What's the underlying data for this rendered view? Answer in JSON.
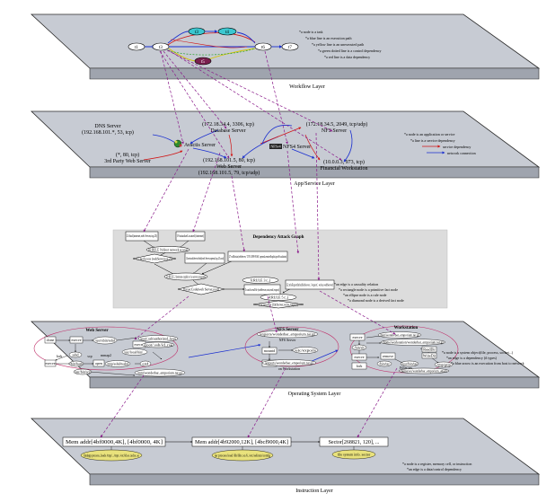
{
  "layers": {
    "workflow": "Workflow Layer",
    "app_service": "App/Service Layer",
    "os": "Operating System Layer",
    "instruction": "Instruction Layer"
  },
  "workflow": {
    "nodes": [
      "t1",
      "t3",
      "t3",
      "t4",
      "t6",
      "t7"
    ],
    "node_t5": "t5",
    "legend": [
      "*a node is a task",
      "*a blue line is an execution path",
      "*a yellow line is an unexecuted path",
      "*a green dotted line is a control dependency",
      "*a red line is a data dependency"
    ]
  },
  "app_service": {
    "dns_server": [
      "DNS Server",
      "(192.168.101.*, 53, tcp)"
    ],
    "database_server": [
      "(172.18.34.4, 3306, tcp)",
      "Database Server"
    ],
    "nfs_server": [
      "(172.18.34.5, 2049, tcp/udp)",
      "NFS Server"
    ],
    "avactis": "Avactis Server",
    "third_party": [
      "(*, 80, tcp)",
      "3rd Party Web Server"
    ],
    "web_server": [
      "(192.168.101.5, 80, tcp)",
      "Web Server",
      "(192.168.101.5, 79, tcp/udp)"
    ],
    "nfs4_server": "NFS4 Server",
    "nfs4_badge": "NFSv4",
    "financial": [
      "(10.0.0.3, 973, tcp)",
      "Financial Workstation"
    ],
    "legend": [
      "*a node is an application or service",
      "*a line is a service dependency",
      "service dependency",
      "network connection"
    ]
  },
  "attack_graph": {
    "title": "Dependency Attack Graph",
    "nodes": [
      "23:hacl(internet,web Server,tcp,25)",
      "19:attackerLocated (internet)",
      "16:RULE 9 (direct network access)",
      "15:netAccess (webServer,tcp,25)",
      "14:networkServiceInfo(web Server,openssl,tcp,25,root)",
      "27:vulExists(webServer, 'CVE-2008-0166', openssl,remoteExploit,privEscalation)",
      "10:RULE 2 (remote exploit of a server program)",
      "8:execCode(web Server,root)",
      "6:RULE 3 (..)",
      "5:canAccessFile (webServer,root,read,/export)",
      "32:nfsExportInfo(fileServer, '/export', write,webServer)",
      "4:RULE 5 (..)",
      "2:accessFile (fileServer,write,/export)"
    ],
    "legend": [
      "*an edge is a causality relation",
      "*a rectangle node is a primitive fact node",
      "*an ellipse node is a rule node",
      "*a diamond node is a derived fact node"
    ]
  },
  "os": {
    "web_title": "Web Server",
    "nfs_title": "NFS Server",
    "ws_title": "Workstation",
    "web_nodes": [
      "clone",
      "execve",
      "/usr/sbin/sshd",
      "fork",
      "sshd",
      "execve",
      "/bin/bash",
      "scp",
      "open",
      "/tmp/sshd/nsshd",
      "mmap2",
      "ext4",
      "execve",
      "/usr/local/bin/...",
      "/usr/bin/scp",
      "/mnt/wonderbar_emporium.tar.gz",
      "/root/.ssh/authorized_keys",
      "/root/.ssh/id_rsa"
    ],
    "nfs_nodes": [
      "/exports/wonderbar_emporium.tar.gz",
      "NFS Server",
      "mountd",
      "/etc/exports",
      "nfsd",
      "/exports/wonderbar_emporium.tar.gz",
      "on Workstation"
    ],
    "ws_nodes": [
      "execve",
      "/mnt/wonderbar_emporium.tar.gz",
      "/home/workstation/wonderbar_emporium.tar.gz",
      "/bin/sh",
      "execve",
      "fork",
      "/bin/tar",
      "remove",
      "/usr/bin/tar",
      "ReadDir",
      "WriteDir",
      "/home/ws/wonderbar_emporium_attack",
      "Filter.ws",
      "/tmp/gzip"
    ],
    "legend": [
      "*a node is a system object(file, process, socket...)",
      "*an edge is a dependency (# types)",
      "*a blue arrow is an execution from host to network"
    ]
  },
  "instruction": {
    "boxes": [
      "Mem addr[4bf0000,4K], [4bf0000, 4K]",
      "Mem addr[4b92000,12K], [4bcf9000,4K]",
      "Sector[268821, 120], ..."
    ],
    "ellipses": [
      "findapp process_loads /tmp/.../mpv, /etc/ld.so.cache..so",
      "tar process load /lib/libc.so.6, /etc/selinux/config",
      "file system info. sector"
    ],
    "legend": [
      "*a node is a register, memory cell, or instruction",
      "*an edge is a data/control dependency"
    ]
  }
}
